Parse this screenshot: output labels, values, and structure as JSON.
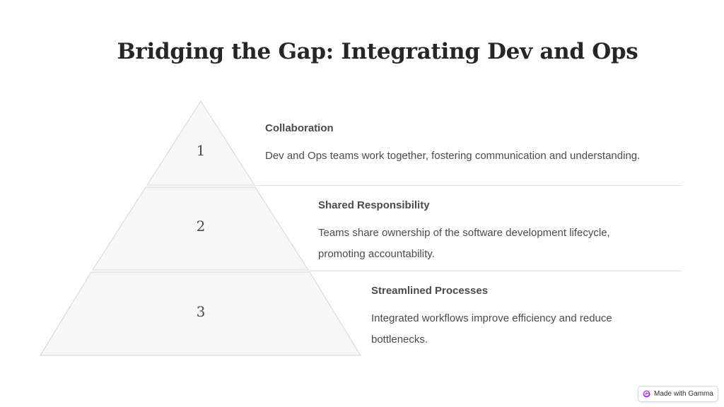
{
  "title": "Bridging the Gap: Integrating Dev and Ops",
  "levels": [
    {
      "number": "1",
      "heading": "Collaboration",
      "description": "Dev and Ops teams work together, fostering communication and understanding."
    },
    {
      "number": "2",
      "heading": "Shared Responsibility",
      "description": "Teams share ownership of the software development lifecycle, promoting accountability."
    },
    {
      "number": "3",
      "heading": "Streamlined Processes",
      "description": "Integrated workflows improve efficiency and reduce bottlenecks."
    }
  ],
  "badge": {
    "label": "Made with Gamma",
    "icon": "gamma-logo-icon"
  },
  "colors": {
    "pyramid_fill": "#f7f7f7",
    "pyramid_stroke": "#d9d9d9",
    "divider": "#dddddd",
    "text": "#4b4b4b",
    "title": "#272525"
  }
}
